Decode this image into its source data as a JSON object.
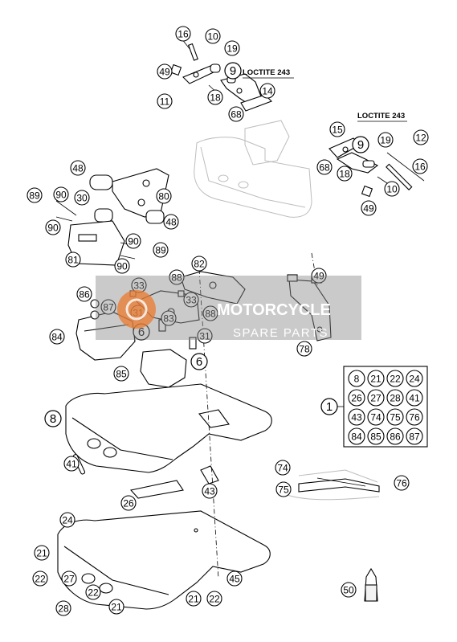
{
  "callouts": {
    "c16a": "16",
    "c10a": "10",
    "c19a": "19",
    "c9a": "9",
    "c49a": "49",
    "c11": "11",
    "c18a": "18",
    "c14": "14",
    "c68a": "68",
    "c15": "15",
    "c9b": "9",
    "c19b": "19",
    "c12": "12",
    "c68b": "68",
    "c18b": "18",
    "c16b": "16",
    "c10b": "10",
    "c49b": "49",
    "c48a": "48",
    "c89a": "89",
    "c90a": "90",
    "c30": "30",
    "c80": "80",
    "c90b": "90",
    "c48b": "48",
    "c90c": "90",
    "c89b": "89",
    "c81": "81",
    "c90d": "90",
    "c82": "82",
    "c49c": "49",
    "c33a": "33",
    "c88a": "88",
    "c86": "86",
    "c87": "87",
    "c31a": "31",
    "c83": "83",
    "c33b": "33",
    "c88b": "88",
    "c6a": "6",
    "c31b": "31",
    "c84": "84",
    "c6b": "6",
    "c78": "78",
    "c85": "85",
    "c8": "8",
    "c1": "1",
    "c41": "41",
    "c43": "43",
    "c26": "26",
    "c74": "74",
    "c75": "75",
    "c76": "76",
    "c24": "24",
    "c21a": "21",
    "c22a": "22",
    "c27": "27",
    "c28": "28",
    "c22b": "22",
    "c21b": "21",
    "c21c": "21",
    "c22c": "22",
    "c45": "45",
    "c50": "50"
  },
  "notes": {
    "loctite_top": "LOCTITE 243",
    "loctite_right": "LOCTITE 243"
  },
  "kit_grid": [
    [
      "8",
      "21",
      "22",
      "24"
    ],
    [
      "26",
      "27",
      "28",
      "41"
    ],
    [
      "43",
      "74",
      "75",
      "76"
    ],
    [
      "84",
      "85",
      "86",
      "87"
    ]
  ],
  "watermark": {
    "line1": "MOTORCYCLE",
    "line2": "SPARE PARTS"
  },
  "colors": {
    "watermark_band": "#8a8a8a",
    "watermark_accent": "#ea7a2e",
    "ghost_part": "#bdbdbd"
  }
}
